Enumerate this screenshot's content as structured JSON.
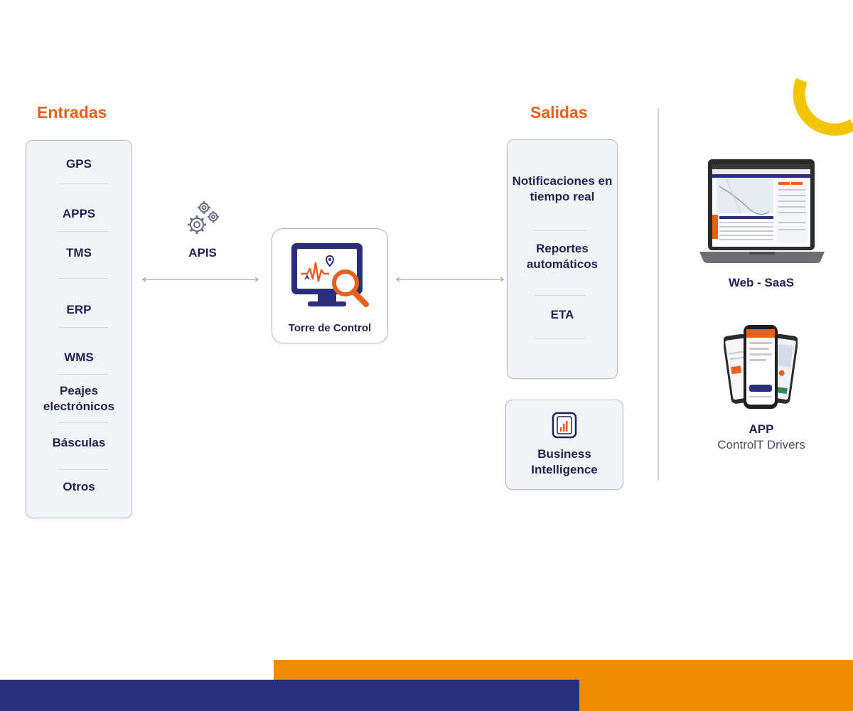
{
  "inputs": {
    "title": "Entradas",
    "items": [
      "GPS",
      "APPS",
      "TMS",
      "ERP",
      "WMS",
      "Peajes electrónicos",
      "Básculas",
      "Otros"
    ]
  },
  "apis": {
    "label": "APIS",
    "icon": "gears-icon"
  },
  "center": {
    "label": "Torre de Control",
    "icon": "monitor-search-icon"
  },
  "outputs": {
    "title": "Salidas",
    "items": [
      "Notificaciones en tiempo real",
      "Reportes automáticos",
      "ETA"
    ]
  },
  "bi": {
    "label": "Business Intelligence",
    "icon": "chart-icon"
  },
  "web": {
    "label": "Web - SaaS"
  },
  "app": {
    "label": "APP",
    "sublabel": "ControlT Drivers"
  },
  "colors": {
    "accent_orange": "#e8601c",
    "navy": "#1f2250",
    "bottom_navy": "#2a2f7d",
    "bottom_orange": "#f08c00",
    "yellow": "#f5c400"
  }
}
